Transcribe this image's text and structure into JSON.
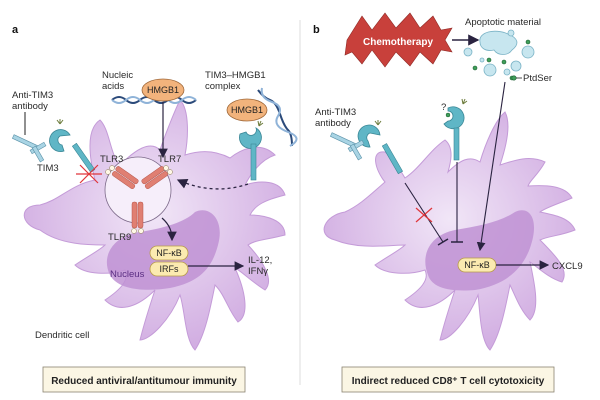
{
  "panels": {
    "a": {
      "letter": "a",
      "labels": {
        "anti_tim3": [
          "Anti-TIM3",
          "antibody"
        ],
        "nucleic": [
          "Nucleic",
          "acids"
        ],
        "complex": [
          "TIM3–HMGB1",
          "complex"
        ],
        "tim3": "TIM3",
        "tlr3": "TLR3",
        "tlr7": "TLR7",
        "tlr9": "TLR9",
        "hmgb1_left": "HMGB1",
        "hmgb1_right": "HMGB1",
        "nfkb": "NF-κB",
        "irfs": "IRFs",
        "nucleus": "Nucleus",
        "output": [
          "IL-12,",
          "IFNγ"
        ],
        "cell": "Dendritic cell"
      },
      "outcome": "Reduced antiviral/antitumour immunity"
    },
    "b": {
      "letter": "b",
      "labels": {
        "chemo": "Chemotherapy",
        "apoptotic": "Apoptotic material",
        "ptdser": "PtdSer",
        "anti_tim3": [
          "Anti-TIM3",
          "antibody"
        ],
        "question": "?",
        "nfkb": "NF-κB",
        "output": "CXCL9"
      },
      "outcome": "Indirect reduced CD8⁺ T cell cytotoxicity"
    }
  },
  "colors": {
    "cell": "#d7b8e6",
    "nucleus": "#b98ad0",
    "receptor": "#5fb6c6",
    "hmgb1": "#f2b37c",
    "tlr": "#e07f72",
    "chemo": "#c8403b",
    "pill": "#fbeab0",
    "box": "#fbf6e4",
    "inhibit_x": "#e0353a"
  }
}
